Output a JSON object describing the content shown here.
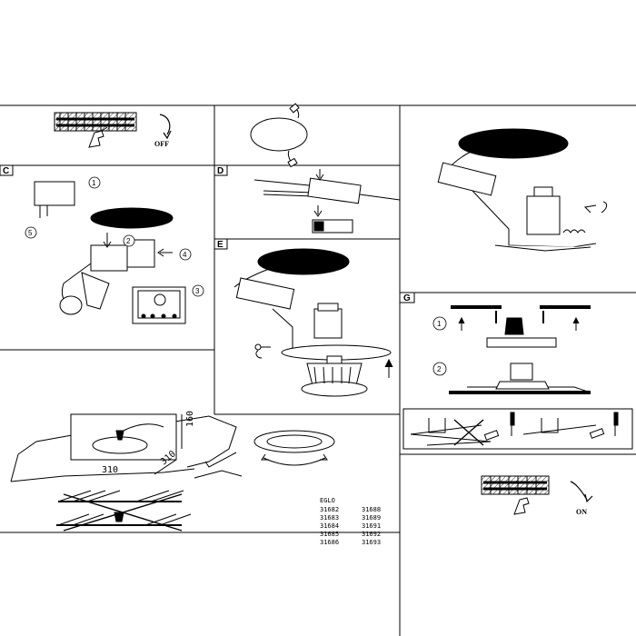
{
  "panels": {
    "c": "C",
    "d": "D",
    "e": "E",
    "g": "G"
  },
  "step_c": {
    "n1": "1",
    "n2": "2",
    "n3": "3",
    "n4": "4",
    "n5": "5"
  },
  "step_g": {
    "n1": "1",
    "n2": "2"
  },
  "switch_off": "OFF",
  "switch_on": "ON",
  "dims": {
    "w": "310",
    "h": "160",
    "d": "310"
  },
  "model": {
    "brand": "EGLO",
    "col1": [
      "31682",
      "31683",
      "31684",
      "31685",
      "31686"
    ],
    "col2": [
      "31688",
      "31689",
      "31691",
      "31692",
      "31693"
    ]
  },
  "icons": [
    "terminal-block-icon",
    "hand-icon",
    "rotate-arrow-icon",
    "ceiling-disc-icon",
    "connector-icon",
    "lamp-holder-icon",
    "gu10-bulb-icon",
    "spring-clip-icon",
    "screwdriver-icon",
    "ring-trim-icon"
  ]
}
